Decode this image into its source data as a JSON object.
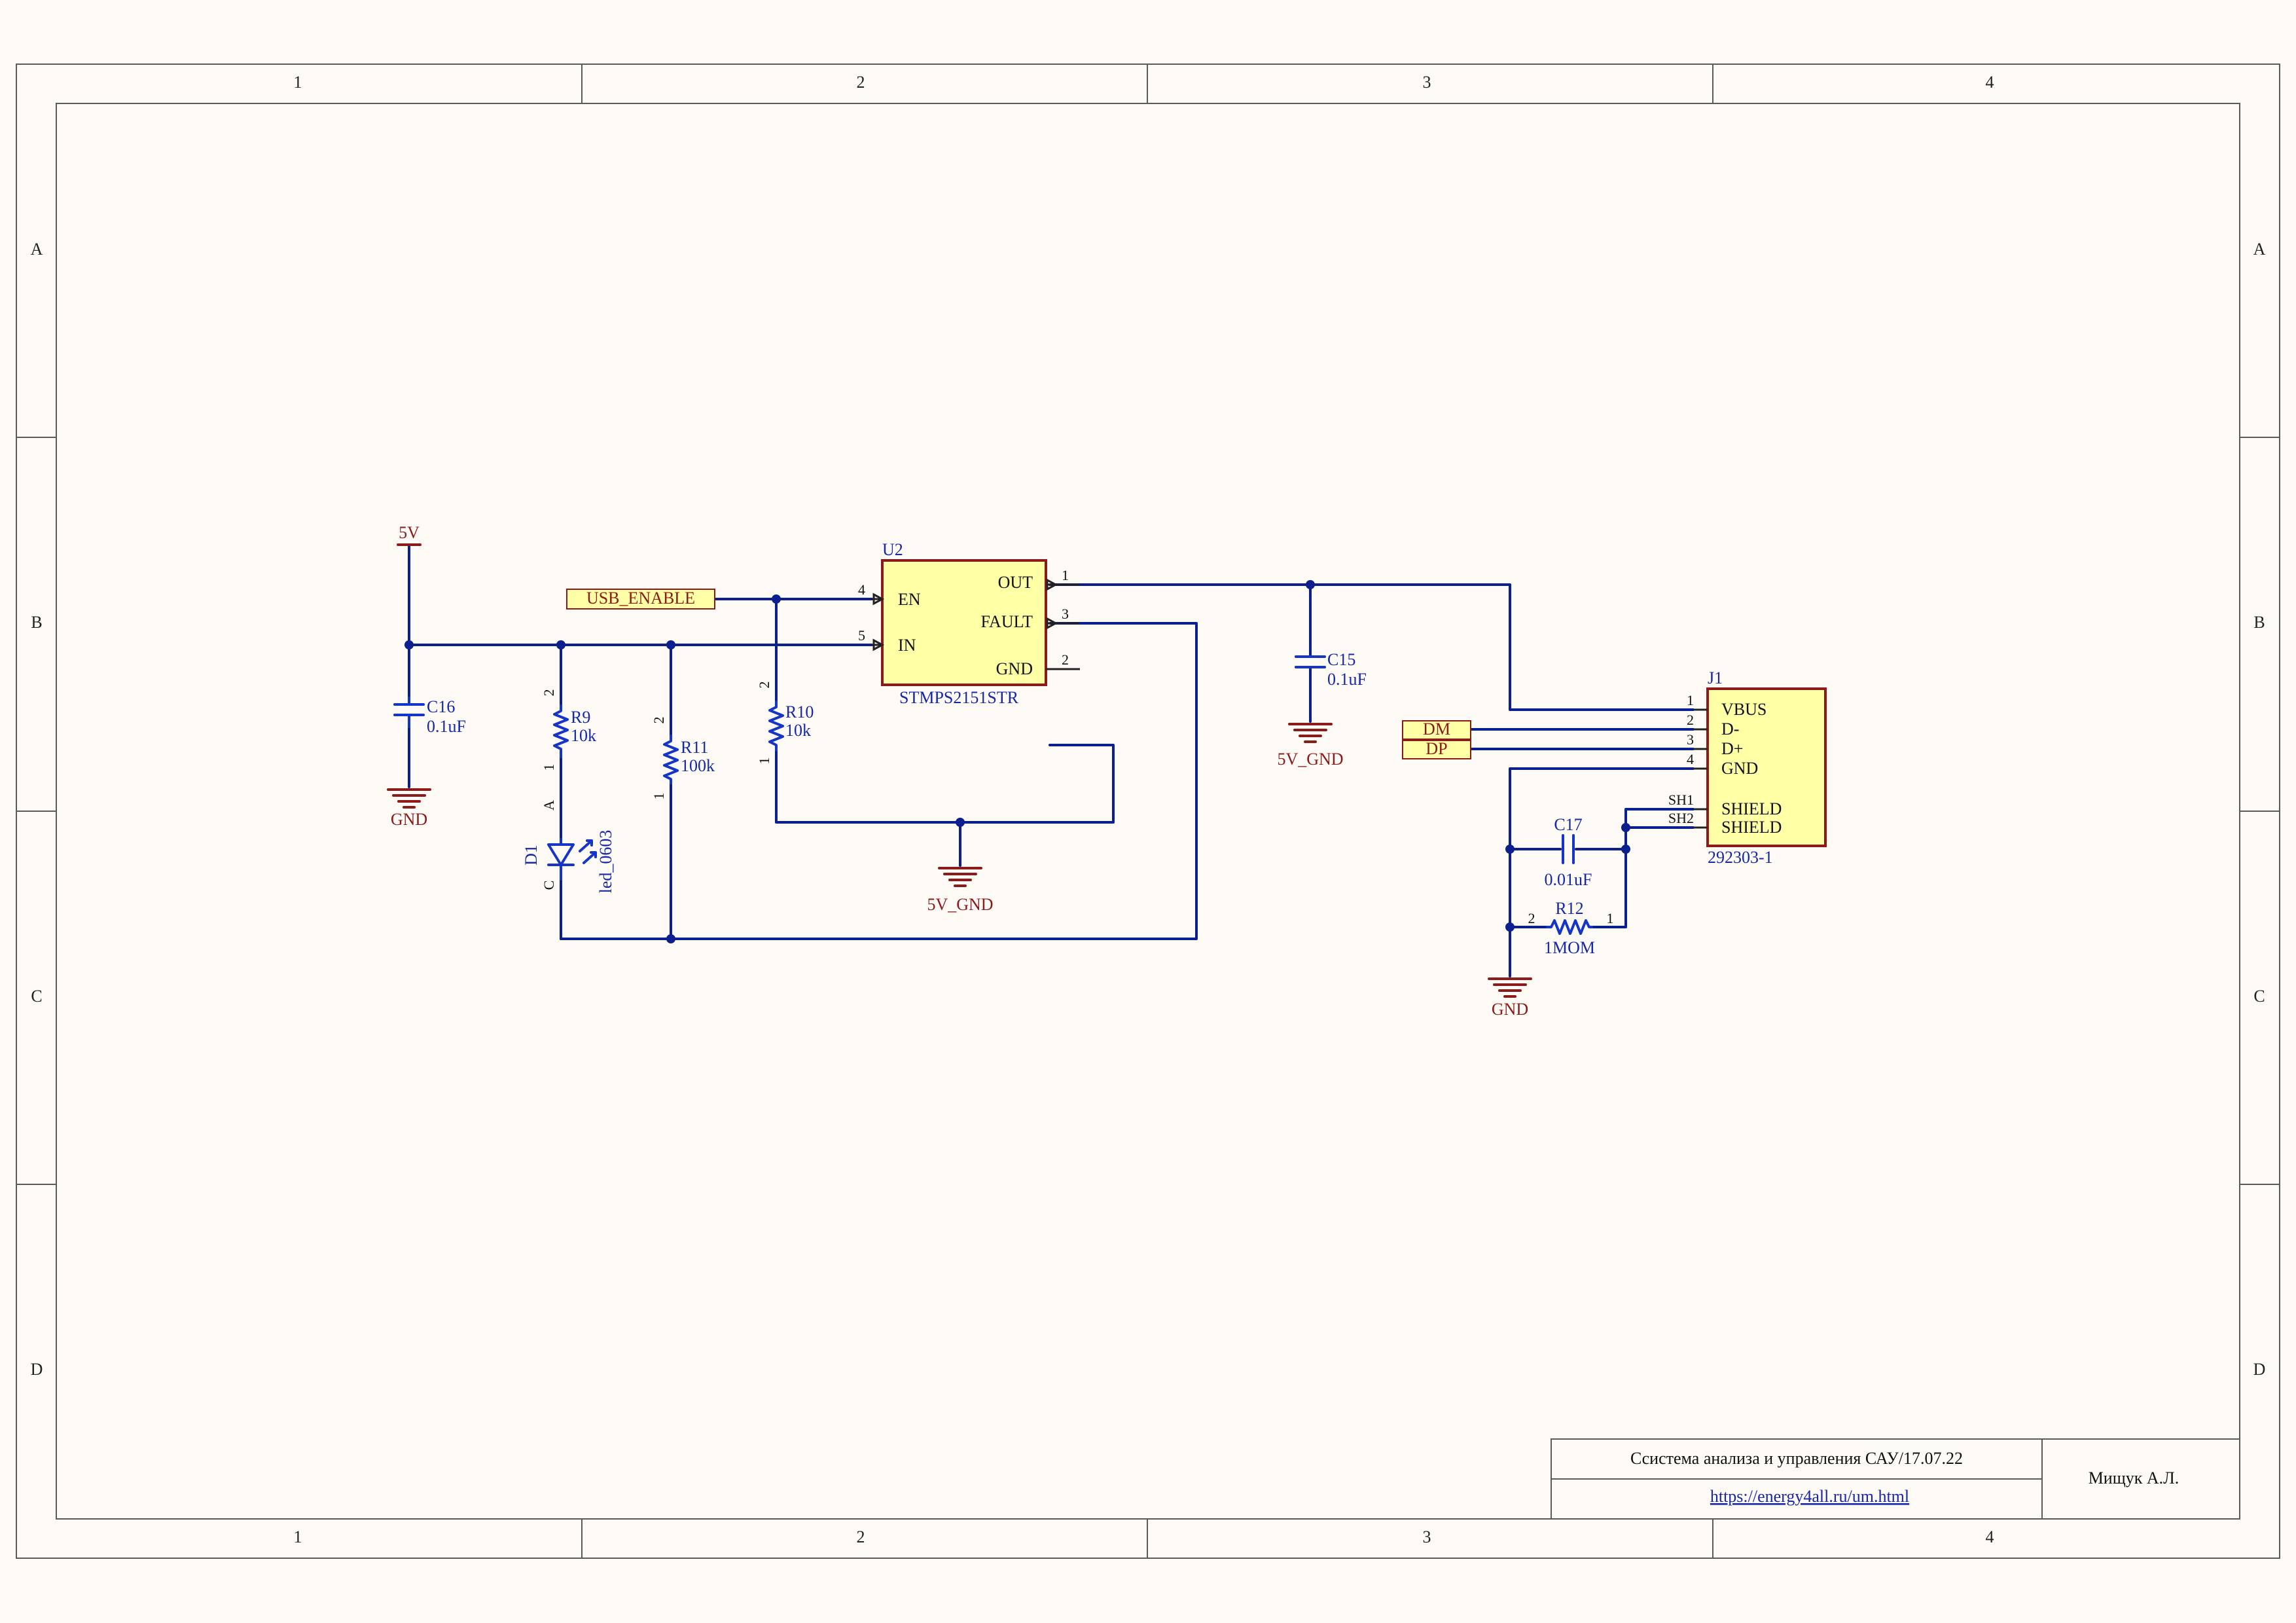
{
  "zones": {
    "columns": [
      "1",
      "2",
      "3",
      "4"
    ],
    "rows": [
      "A",
      "B",
      "C",
      "D"
    ]
  },
  "ports": {
    "usb_enable": "USB_ENABLE",
    "dm": "DM",
    "dp": "DP"
  },
  "power": {
    "vcc": "5V",
    "gnd_c16": "GND",
    "gnd_u2": "5V_GND",
    "gnd_c15": "5V_GND",
    "gnd_j1": "GND"
  },
  "components": {
    "u2": {
      "designator": "U2",
      "part": "STMPS2151STR",
      "pins": {
        "en": "EN",
        "in": "IN",
        "out": "OUT",
        "fault": "FAULT",
        "gnd": "GND"
      },
      "pin_numbers": {
        "en": "4",
        "in": "5",
        "out": "1",
        "fault": "3",
        "gnd": "2"
      }
    },
    "j1": {
      "designator": "J1",
      "part": "292303-1",
      "pins": {
        "vbus": "VBUS",
        "dm": "D-",
        "dp": "D+",
        "gnd": "GND",
        "sh1": "SHIELD",
        "sh2": "SHIELD"
      },
      "pin_numbers": {
        "vbus": "1",
        "dm": "2",
        "dp": "3",
        "gnd": "4",
        "sh1": "SH1",
        "sh2": "SH2"
      }
    },
    "c16": {
      "designator": "C16",
      "value": "0.1uF"
    },
    "c15": {
      "designator": "C15",
      "value": "0.1uF"
    },
    "c17": {
      "designator": "C17",
      "value": "0.01uF"
    },
    "r9": {
      "designator": "R9",
      "value": "10k",
      "pin_top": "2",
      "pin_bottom": "1"
    },
    "r10": {
      "designator": "R10",
      "value": "10k",
      "pin_top": "2",
      "pin_bottom": "1"
    },
    "r11": {
      "designator": "R11",
      "value": "100k",
      "pin_top": "2",
      "pin_bottom": "1"
    },
    "r12": {
      "designator": "R12",
      "value": "1MOM",
      "pin_left": "2",
      "pin_right": "1"
    },
    "d1": {
      "designator": "D1",
      "value": "led_0603",
      "pin_a": "A",
      "pin_c": "C"
    }
  },
  "title_block": {
    "title": "Ссистема анализа и управления   САУ/17.07.22",
    "url": "https://energy4all.ru/um.html",
    "author": "Мищук А.Л."
  },
  "colors": {
    "wire": "#0b1f8f",
    "component": "#1535c8",
    "power": "#8b1a1a",
    "ic_fill": "#ffffa6",
    "background": "#fdfaf5"
  }
}
